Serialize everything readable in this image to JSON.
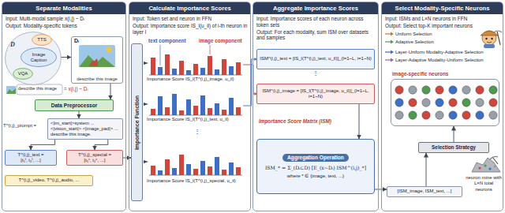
{
  "diagram": {
    "nodes": [
      {
        "text": [
          "Separate Modalities",
          "Input: Multi-modal sample x(i,j) ~ Dᵢ",
          "Output: Modality-specific tokens"
        ]
      },
      {
        "text": [
          "D"
        ],
        "in": 0
      },
      {
        "text": [
          "TTS"
        ],
        "in": 1
      },
      {
        "text": [
          "Image Caption"
        ],
        "in": 1
      },
      {
        "text": [
          "VQA"
        ],
        "in": 1
      },
      {
        "text": [
          "Dᵢ",
          "describe this image"
        ],
        "in": 0
      },
      {
        "text": [
          "Data Preprocessor"
        ],
        "in": 0
      },
      {
        "text": [
          "<|im_start|>system ... <|vision_start|> <|image_pad|> ... describe this image."
        ],
        "in": 0
      },
      {
        "text": [
          "T^(i,j)_text =",
          "[t₁ᵗ, t₂ᵗ, ...]"
        ],
        "in": 0
      },
      {
        "text": [
          "T^(i,j)_special =",
          "[t₁ˢ, t₂ˢ, ...]"
        ],
        "in": 0
      },
      {
        "text": [
          "T^(i,j)_video, T^(i,j)_audio, ..."
        ],
        "in": 0
      },
      {
        "text": [
          "Calculate Importance Scores",
          "Input: Token set and neuron in FFN",
          "Output: Importance score IS_l(u_il) of i-th neuron in layer l"
        ]
      },
      {
        "text": [
          "Importance Function"
        ],
        "in": 11
      },
      {
        "text": [
          "Aggregate Importance Scores",
          "Input: Importance scores of each neuron across token sets",
          "Output: For each modality, sum ISM over datasets and samples"
        ]
      },
      {
        "text": [
          "ISM^(i,j)_text = [IS_l(T^(i,j)_text, u_il)]_(l=1~L, i=1~N)"
        ],
        "in": 13
      },
      {
        "text": [
          "ISM^(i,j)_image = [IS_l(T^(i,j)_image, u_il)]_(l=1~L, i=1~N)"
        ],
        "in": 13
      },
      {
        "text": [
          "Aggregation Operation",
          "ISM_* = Σ_(Dᵢ⊂D) [E_(x~Dᵢ) ISM^(i,j)_*]",
          "where * ∈ {image, text, ...}"
        ],
        "in": 13
      },
      {
        "text": [
          "Select Modality-Specific Neurons",
          "Input: ISMs and L×N neurons in FFN",
          "Output: Select top-K important neurons"
        ]
      },
      {
        "text": [
          "image-specific neurons"
        ],
        "in": 17
      },
      {
        "text": [
          "Selection Strategy"
        ],
        "in": 17
      },
      {
        "text": [
          "[ISM_image, ISM_text, ...]"
        ],
        "in": 17
      }
    ],
    "edges": [
      {
        "from": 3,
        "to": 5,
        "arrow": "to"
      },
      {
        "from": 5,
        "to": 6,
        "arrow": "to"
      },
      {
        "from": 6,
        "to": 7,
        "arrow": "to"
      },
      {
        "from": 7,
        "to": 8,
        "arrow": "to"
      },
      {
        "from": 7,
        "to": 9,
        "arrow": "to"
      },
      {
        "from": 9,
        "to": 12,
        "arrow": "to"
      },
      {
        "from": 15,
        "to": 16,
        "arrow": "to"
      },
      {
        "from": 16,
        "to": 20,
        "arrow": "to"
      },
      {
        "from": 20,
        "to": 19,
        "arrow": "to"
      },
      {
        "from": 19,
        "to": 18,
        "arrow": "to"
      }
    ],
    "labels": [
      "describe this image",
      "= x(i,j) ~ Dᵢ",
      "T^(i,j)_prompt =",
      "text component",
      "image component",
      "Importance Score IS_l(T^(i,j)_image, u_il)",
      "Importance Score IS_l(T^(i,j)_text, u_il)",
      "⋮",
      "Importance Score IS_l(T^(i,j)_special, u_il)",
      "⋮",
      "Importance Score Matrix (ISM)",
      "neuron mine with L×N total neurons"
    ],
    "legend": [
      {
        "text": "Uniform Selection"
      },
      {
        "text": "Adaptive Selection"
      },
      {
        "text": "Layer-Uniform Modality-Adaptive Selection"
      },
      {
        "text": "Layer-Adaptive Modality-Uniform Selection"
      }
    ]
  }
}
